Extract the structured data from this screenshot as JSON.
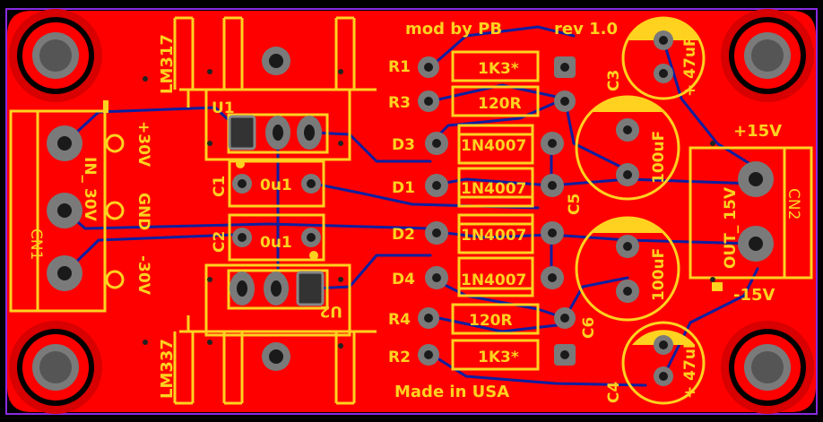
{
  "board": {
    "credit": "mod by PB",
    "revision": "rev 1.0",
    "origin": "Made in USA"
  },
  "components": {
    "u1": {
      "ref": "U1",
      "part": "LM317"
    },
    "u2": {
      "ref": "U2",
      "part": "LM337"
    },
    "c1": {
      "ref": "C1",
      "value": "0u1"
    },
    "c2": {
      "ref": "C2",
      "value": "0u1"
    },
    "r1": {
      "ref": "R1",
      "value": "1K3*"
    },
    "r2": {
      "ref": "R2",
      "value": "1K3*"
    },
    "r3": {
      "ref": "R3",
      "value": "120R"
    },
    "r4": {
      "ref": "R4",
      "value": "120R"
    },
    "d1": {
      "ref": "D1",
      "value": "1N4007"
    },
    "d2": {
      "ref": "D2",
      "value": "1N4007"
    },
    "d3": {
      "ref": "D3",
      "value": "1N4007"
    },
    "d4": {
      "ref": "D4",
      "value": "1N4007"
    },
    "c3": {
      "ref": "C3",
      "value": "+ 47uF"
    },
    "c4": {
      "ref": "C4",
      "value": "+ 47uF"
    },
    "c5": {
      "ref": "C5",
      "value": "100uF"
    },
    "c6": {
      "ref": "C6",
      "value": "100uF"
    },
    "cn1": {
      "ref": "CN1",
      "in_label": "IN_ 30V",
      "pos_label": "+30V",
      "gnd_label": "GND",
      "neg_label": "-30V"
    },
    "cn2": {
      "ref": "CN2",
      "pos_label": "+15V",
      "neg_label": "-15V",
      "out_label": "OUT_ 15V"
    }
  },
  "colors": {
    "copper": "#ff0000",
    "silkscreen": "#ffd21f",
    "bottom_trace": "#0d1fa0",
    "outline": "#8a2be2"
  }
}
